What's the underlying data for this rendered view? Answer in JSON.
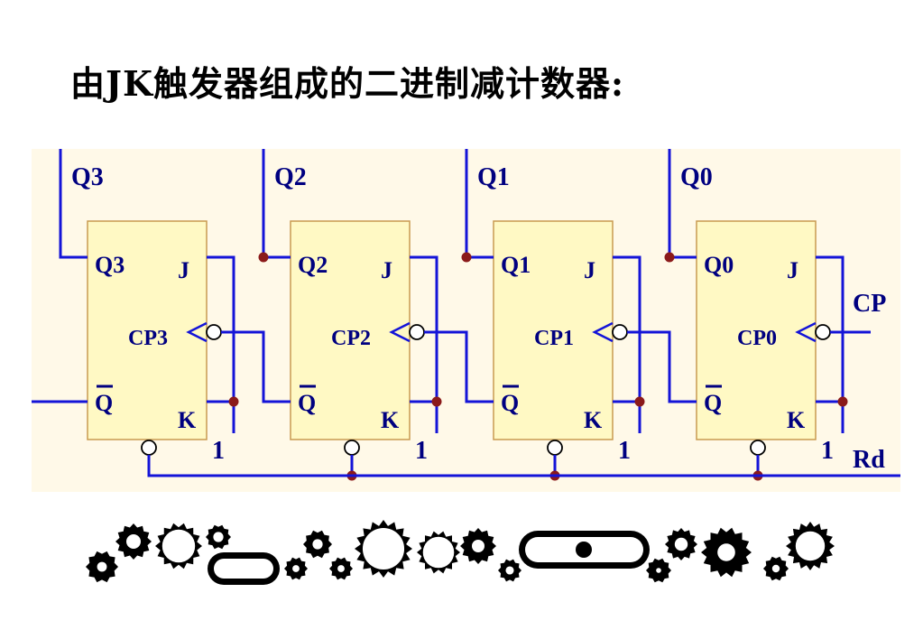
{
  "title": "由JK触发器组成的二进制减计数器:",
  "colors": {
    "background_panel": "#fff9e8",
    "wire": "#1414d8",
    "box_fill": "#fff9c4",
    "box_border": "#c89a50",
    "junction": "#8b1a1a",
    "label": "#000080"
  },
  "outputs": [
    "Q3",
    "Q2",
    "Q1",
    "Q0"
  ],
  "flip_flops": [
    {
      "q": "Q3",
      "j": "J",
      "k": "K",
      "cp": "CP3",
      "qbar": "Q",
      "one": "1"
    },
    {
      "q": "Q2",
      "j": "J",
      "k": "K",
      "cp": "CP2",
      "qbar": "Q",
      "one": "1"
    },
    {
      "q": "Q1",
      "j": "J",
      "k": "K",
      "cp": "CP1",
      "qbar": "Q",
      "one": "1"
    },
    {
      "q": "Q0",
      "j": "J",
      "k": "K",
      "cp": "CP0",
      "qbar": "Q",
      "one": "1"
    }
  ],
  "inputs": {
    "clock": "CP",
    "reset": "Rd"
  },
  "decoration": [
    "gear-icon",
    "chain-icon"
  ]
}
